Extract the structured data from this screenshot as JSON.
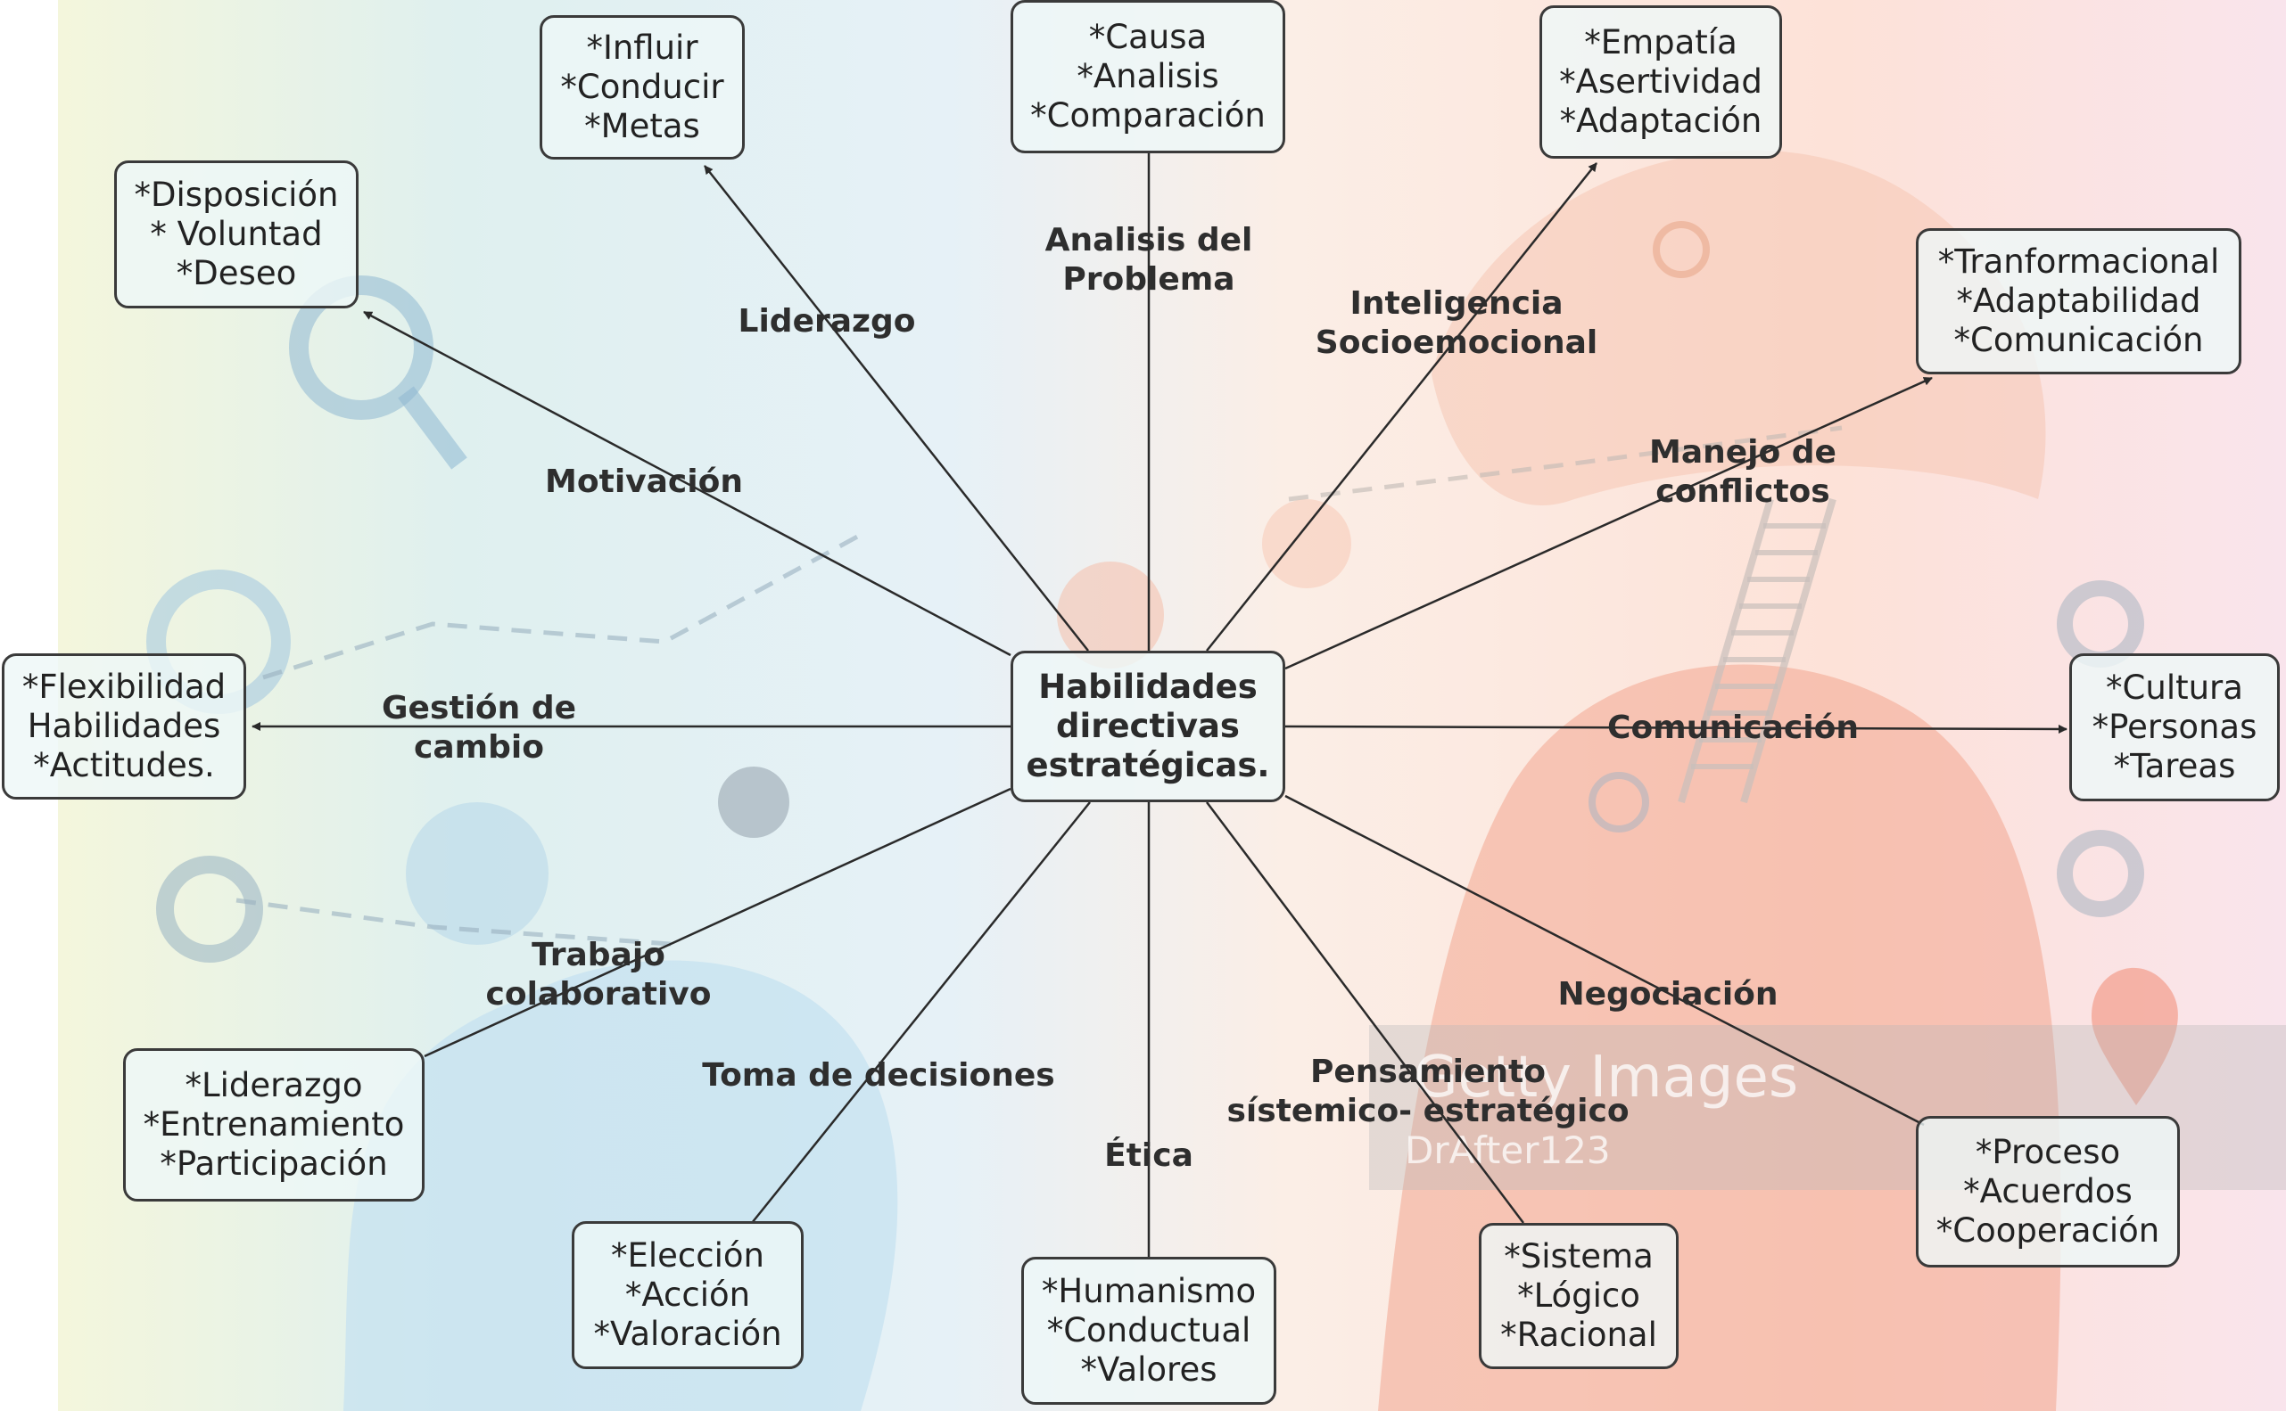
{
  "center": {
    "lines": [
      "Habilidades",
      "directivas",
      "estratégicas."
    ]
  },
  "branches": [
    {
      "id": "liderazgo",
      "label": [
        "Liderazgo"
      ],
      "items": [
        "*Influir",
        "*Conducir",
        "*Metas"
      ]
    },
    {
      "id": "analisis",
      "label": [
        "Analisis del",
        "Problema"
      ],
      "items": [
        "*Causa",
        "*Analisis",
        "*Comparación"
      ]
    },
    {
      "id": "inteligencia",
      "label": [
        "Inteligencia",
        "Socioemocional"
      ],
      "items": [
        "*Empatía",
        "*Asertividad",
        "*Adaptación"
      ]
    },
    {
      "id": "motivacion",
      "label": [
        "Motivación"
      ],
      "items": [
        "*Disposición",
        "* Voluntad",
        "*Deseo"
      ]
    },
    {
      "id": "manejo",
      "label": [
        "Manejo de",
        "conflictos"
      ],
      "items": [
        "*Tranformacional",
        "*Adaptabilidad",
        "*Comunicación"
      ]
    },
    {
      "id": "gestion",
      "label": [
        "Gestión de",
        "cambio"
      ],
      "items": [
        "*Flexibilidad",
        "Habilidades",
        "*Actitudes."
      ]
    },
    {
      "id": "comunicacion",
      "label": [
        "Comunicación"
      ],
      "items": [
        "*Cultura",
        "*Personas",
        "*Tareas"
      ]
    },
    {
      "id": "trabajo",
      "label": [
        "Trabajo",
        "colaborativo"
      ],
      "items": [
        "*Liderazgo",
        "*Entrenamiento",
        "*Participación"
      ]
    },
    {
      "id": "toma",
      "label": [
        "Toma de decisiones"
      ],
      "items": [
        "*Elección",
        "*Acción",
        "*Valoración"
      ]
    },
    {
      "id": "etica",
      "label": [
        "Ética"
      ],
      "items": [
        "*Humanismo",
        "*Conductual",
        "*Valores"
      ]
    },
    {
      "id": "pensamiento",
      "label": [
        "Pensamiento",
        "sístemico- estratégico"
      ],
      "items": [
        "*Sistema",
        "*Lógico",
        "*Racional"
      ]
    },
    {
      "id": "negociacion",
      "label": [
        "Negociación"
      ],
      "items": [
        "*Proceso",
        "*Acuerdos",
        "*Cooperación"
      ]
    }
  ],
  "background": {
    "watermark": [
      "Getty Images",
      "DrAfter123"
    ]
  },
  "colors": {
    "node_border": "#3a3a3a",
    "node_fill": "#eef8f7",
    "text": "#2e2e2e",
    "bg_left": "#cfe6f2",
    "bg_right": "#f7b7a0",
    "accent_red": "#e8624a"
  }
}
